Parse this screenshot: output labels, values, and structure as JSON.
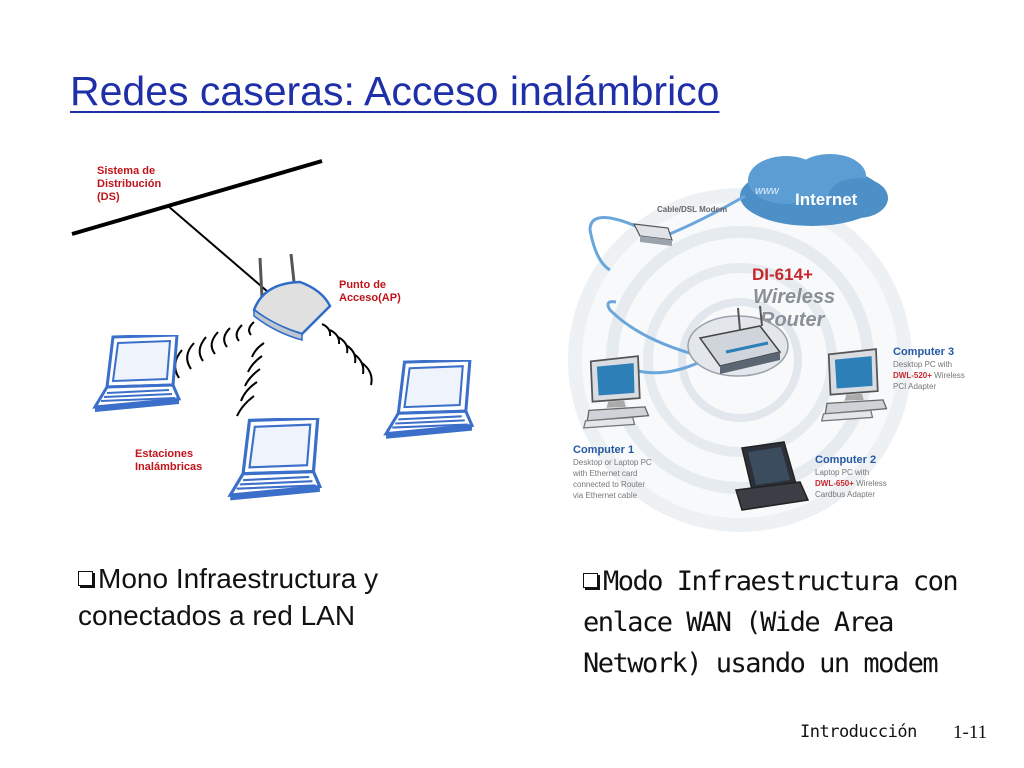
{
  "slide": {
    "title": "Redes caseras: Acceso inalámbrico",
    "footer": "Introducción",
    "page_number": "1-11"
  },
  "left_diagram": {
    "labels": {
      "ds": "Sistema de Distribución (DS)",
      "ap": "Punto de Acceso(AP)",
      "stations": "Estaciones Inalámbricas"
    },
    "colors": {
      "label": "#c0141a",
      "laptop": "#3b6fc9"
    }
  },
  "right_diagram": {
    "internet": "Internet",
    "www": "www",
    "modem": "Cable/DSL Modem",
    "router_model": "DI-614+",
    "router_name": "Wireless Router",
    "computers": [
      {
        "name": "Computer 1",
        "desc": "Desktop or Laptop PC with Ethernet card connected to Router via Ethernet cable"
      },
      {
        "name": "Computer 2",
        "desc": "Laptop PC with DWL-650+ Wireless Cardbus Adapter"
      },
      {
        "name": "Computer 3",
        "desc": "Desktop PC with DWL-520+ Wireless PCI Adapter"
      }
    ]
  },
  "bullets": {
    "left": "Mono Infraestructura y conectados a red LAN",
    "right": "Modo Infraestructura con enlace WAN (Wide Area Network) usando un modem"
  }
}
